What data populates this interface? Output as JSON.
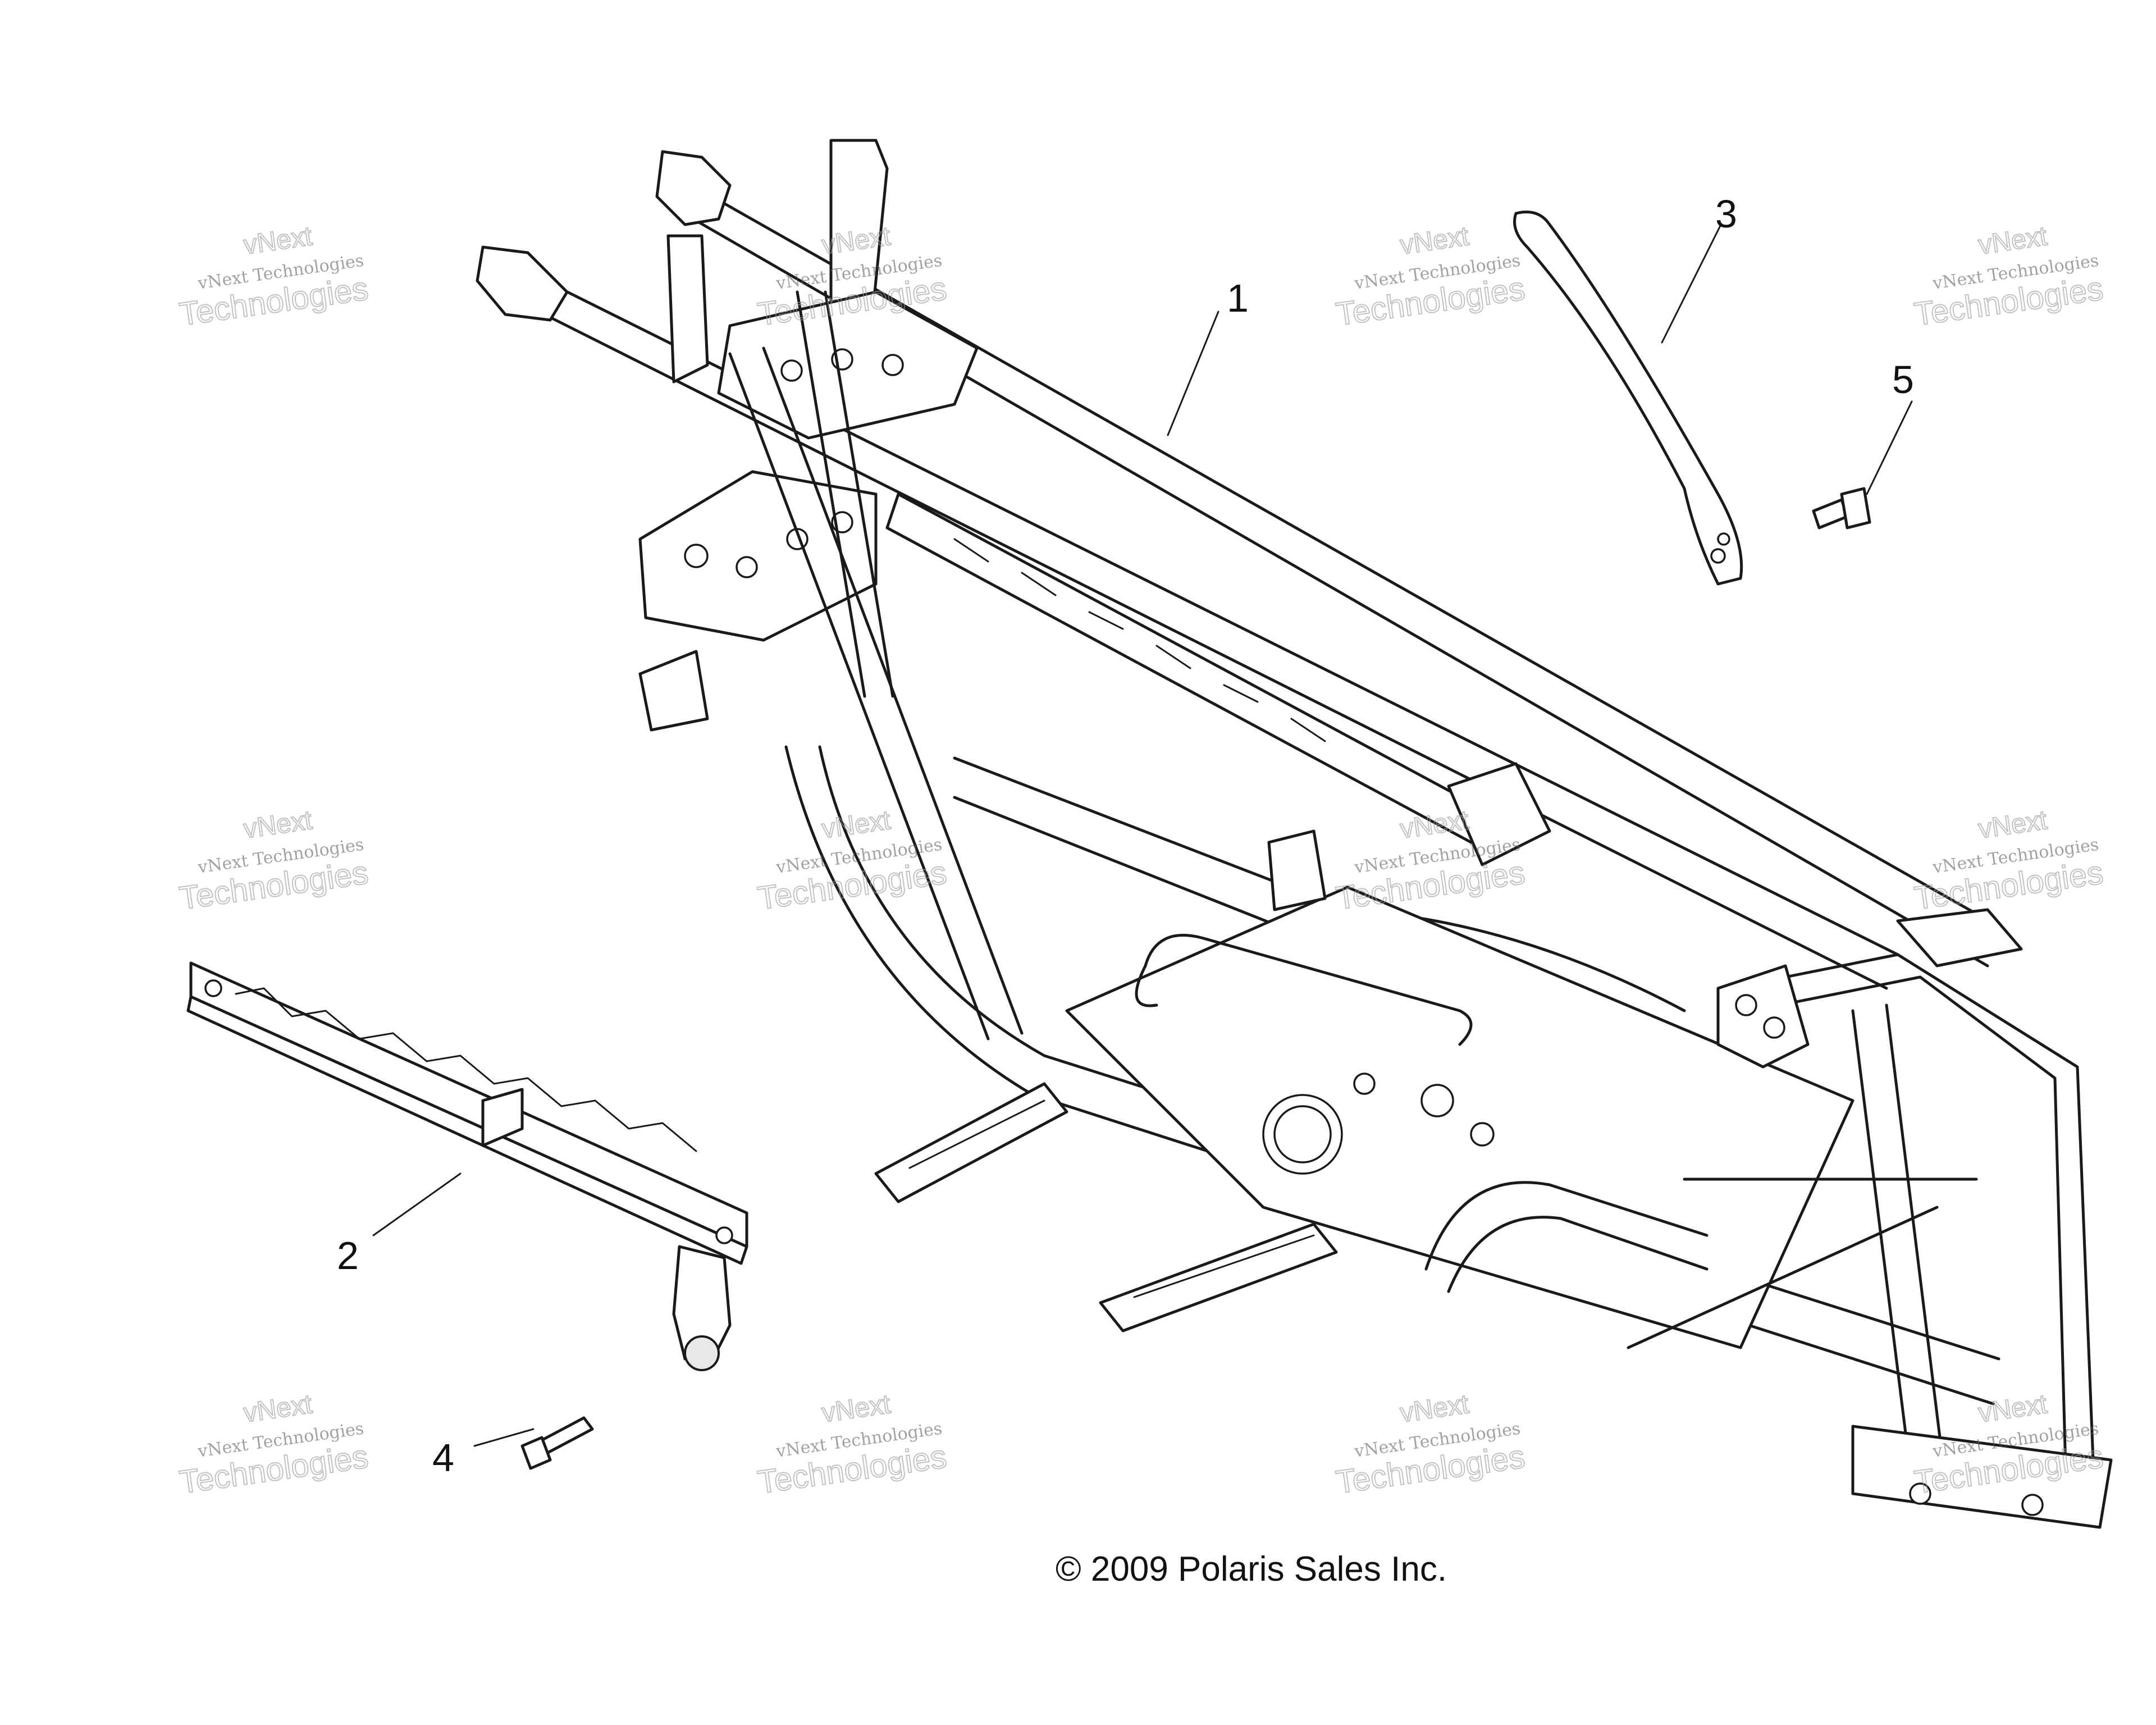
{
  "callouts": {
    "frame": "1",
    "rail_left": "2",
    "brace_right": "3",
    "bolt_small": "4",
    "bolt_flange": "5"
  },
  "watermark": {
    "line_top": "vNext",
    "line_mid": "vNext Technologies",
    "line_big": "Technologies"
  },
  "copyright": "© 2009 Polaris Sales Inc."
}
